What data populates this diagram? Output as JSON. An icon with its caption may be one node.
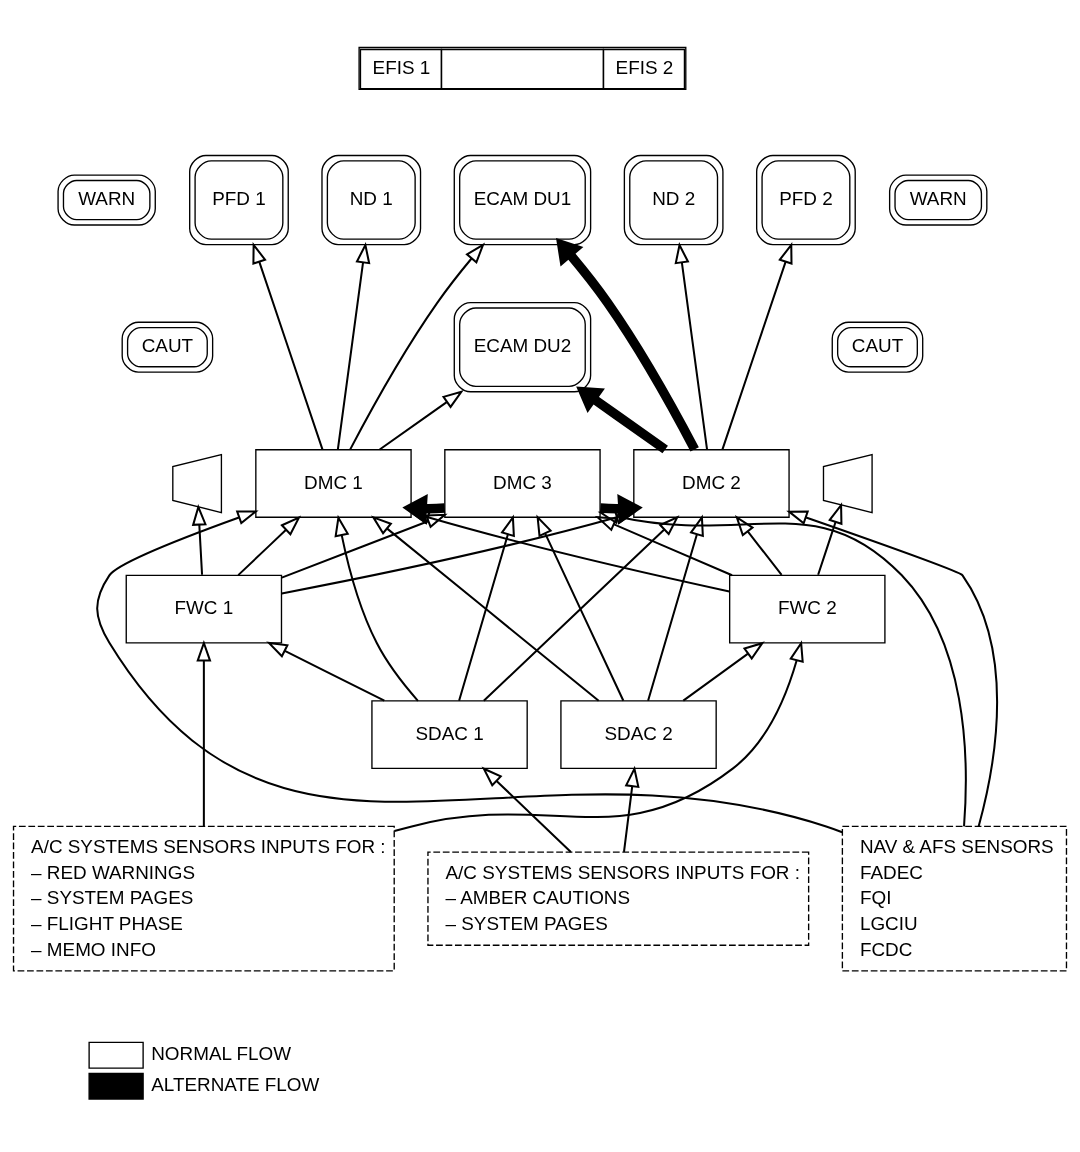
{
  "diagram": {
    "nodes": [
      {
        "text": [
          "EFIS 1",
          "EFIS 2"
        ]
      },
      {
        "text": [
          "PFD 1"
        ]
      },
      {
        "text": [
          "ND 1"
        ]
      },
      {
        "text": [
          "ECAM DU1"
        ]
      },
      {
        "text": [
          "ECAM DU2"
        ]
      },
      {
        "text": [
          "ND 2"
        ]
      },
      {
        "text": [
          "PFD 2"
        ]
      },
      {
        "text": [
          "WARN"
        ]
      },
      {
        "text": [
          "CAUT"
        ]
      },
      {
        "text": [
          "WARN"
        ]
      },
      {
        "text": [
          "CAUT"
        ]
      },
      {
        "text": [],
        "shape": "speaker"
      },
      {
        "text": [],
        "shape": "speaker"
      },
      {
        "text": [
          "DMC 1"
        ]
      },
      {
        "text": [
          "DMC 3"
        ]
      },
      {
        "text": [
          "DMC 2"
        ]
      },
      {
        "text": [
          "FWC 1"
        ]
      },
      {
        "text": [
          "FWC 2"
        ]
      },
      {
        "text": [
          "SDAC 1"
        ]
      },
      {
        "text": [
          "SDAC 2"
        ]
      },
      {
        "text": [
          "A/C SYSTEMS SENSORS INPUTS FOR :",
          "– RED WARNINGS",
          "– SYSTEM PAGES",
          "– FLIGHT PHASE",
          "– MEMO INFO"
        ]
      },
      {
        "text": [
          "A/C SYSTEMS SENSORS INPUTS FOR :",
          "– AMBER CAUTIONS",
          "– SYSTEM PAGES"
        ]
      },
      {
        "text": [
          "NAV & AFS SENSORS",
          "FADEC",
          "FQI",
          "LGCIU",
          "FCDC"
        ]
      }
    ],
    "edges": [
      {
        "from": 13,
        "to": 1,
        "arrow": "to"
      },
      {
        "from": 13,
        "to": 2,
        "arrow": "to"
      },
      {
        "from": 13,
        "to": 3,
        "arrow": "to"
      },
      {
        "from": 13,
        "to": 4,
        "arrow": "to"
      },
      {
        "from": 15,
        "to": 3,
        "arrow": "to",
        "style": "thick"
      },
      {
        "from": 15,
        "to": 4,
        "arrow": "to",
        "style": "thick"
      },
      {
        "from": 15,
        "to": 5,
        "arrow": "to"
      },
      {
        "from": 15,
        "to": 6,
        "arrow": "to"
      },
      {
        "from": 14,
        "to": 13,
        "arrow": "to",
        "style": "thick"
      },
      {
        "from": 14,
        "to": 15,
        "arrow": "to",
        "style": "thick"
      },
      {
        "from": 16,
        "to": 11,
        "arrow": "to"
      },
      {
        "from": 17,
        "to": 12,
        "arrow": "to"
      },
      {
        "from": 16,
        "to": 13,
        "arrow": "to"
      },
      {
        "from": 16,
        "to": 14,
        "arrow": "to"
      },
      {
        "from": 16,
        "to": 15,
        "arrow": "to"
      },
      {
        "from": 18,
        "to": 13,
        "arrow": "to"
      },
      {
        "from": 18,
        "to": 14,
        "arrow": "to"
      },
      {
        "from": 18,
        "to": 15,
        "arrow": "to"
      },
      {
        "from": 19,
        "to": 13,
        "arrow": "to"
      },
      {
        "from": 19,
        "to": 14,
        "arrow": "to"
      },
      {
        "from": 19,
        "to": 15,
        "arrow": "to"
      },
      {
        "from": 17,
        "to": 13,
        "arrow": "to"
      },
      {
        "from": 17,
        "to": 14,
        "arrow": "to"
      },
      {
        "from": 17,
        "to": 15,
        "arrow": "to"
      },
      {
        "from": 22,
        "to": 13,
        "arrow": "to"
      },
      {
        "from": 22,
        "to": 14,
        "arrow": "to"
      },
      {
        "from": 22,
        "to": 15,
        "arrow": "to"
      },
      {
        "from": 18,
        "to": 16,
        "arrow": "to"
      },
      {
        "from": 19,
        "to": 17,
        "arrow": "to"
      },
      {
        "from": 20,
        "to": 16,
        "arrow": "to"
      },
      {
        "from": 20,
        "to": 17,
        "arrow": "to"
      },
      {
        "from": 21,
        "to": 18,
        "arrow": "to"
      },
      {
        "from": 21,
        "to": 19,
        "arrow": "to"
      }
    ],
    "legend": [
      {
        "text": "NORMAL FLOW",
        "color": "#ffffff"
      },
      {
        "text": "ALTERNATE FLOW",
        "color": "#000000"
      }
    ]
  }
}
